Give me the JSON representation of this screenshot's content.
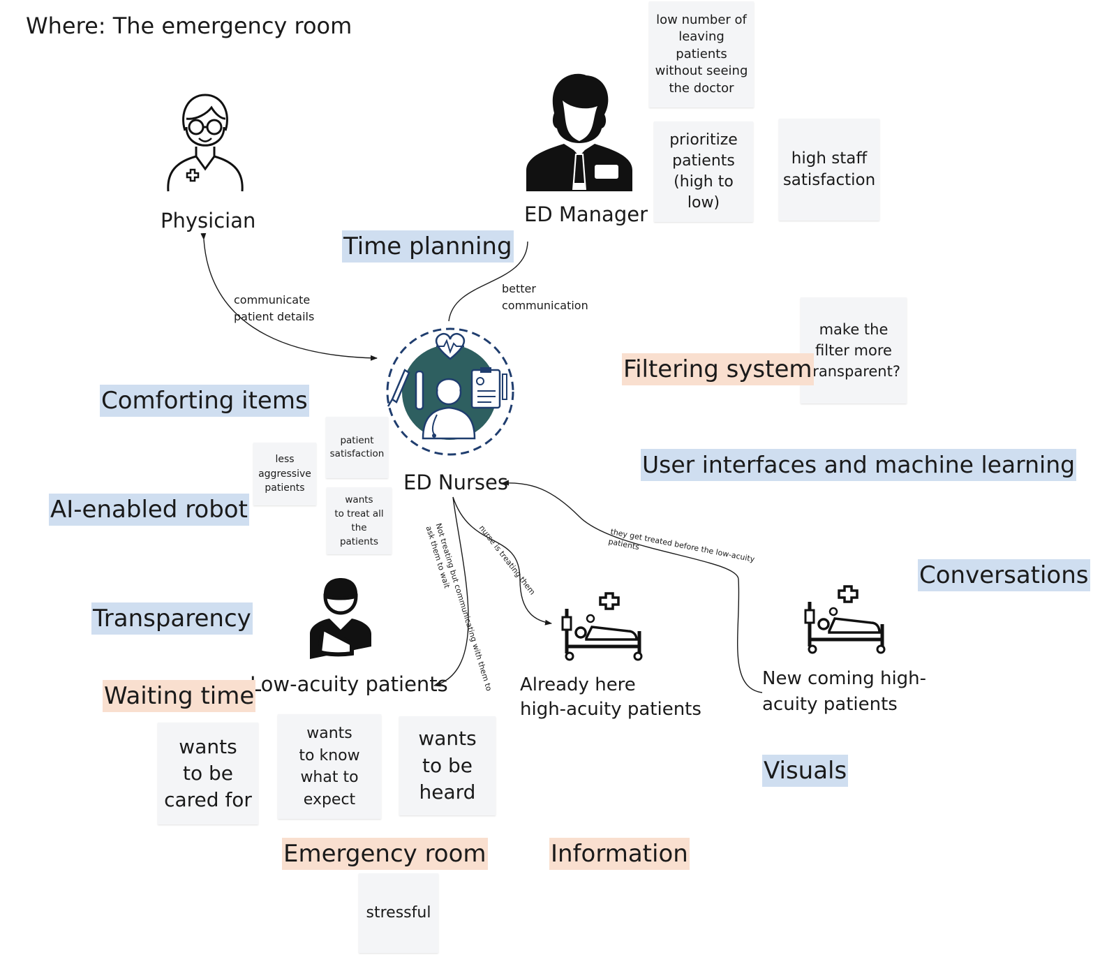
{
  "title": "Where: The emergency room",
  "actors": {
    "physician": "Physician",
    "ed_manager": "ED Manager",
    "ed_nurses": "ED Nurses",
    "low_acuity": "Low-acuity patients",
    "already_here_line1": "Already here",
    "already_here_line2": "high-acuity patients",
    "new_coming_line1": "New coming high-",
    "new_coming_line2": "acuity patients"
  },
  "edge_labels": {
    "communicate_line1": "communicate",
    "communicate_line2": "patient details",
    "better_line1": "better",
    "better_line2": "communication",
    "not_treating_line1": "Not treating but communicating with them to",
    "not_treating_line2": "ask them to wait",
    "nurse_treating": "nurse is treating them",
    "treated_before_line1": "they get treated before the low-acuity",
    "treated_before_line2": "patients"
  },
  "stickies": {
    "low_number": [
      "low number of",
      "leaving",
      "patients",
      "without seeing",
      "the doctor"
    ],
    "prioritize": [
      "prioritize",
      "patients",
      "(high to",
      "low)"
    ],
    "staff_satisfaction": [
      "high staff",
      "satisfaction"
    ],
    "filter_transparent": [
      "make the",
      "filter more",
      "transparent?"
    ],
    "patient_satisfaction": [
      "patient",
      "satisfaction"
    ],
    "less_aggressive": [
      "less",
      "aggressive",
      "patients"
    ],
    "treat_all": [
      "wants",
      "to treat all",
      "the",
      "patients"
    ],
    "cared_for": [
      "wants",
      "to be",
      "cared for"
    ],
    "know_expect": [
      "wants",
      "to know",
      "what to",
      "expect"
    ],
    "be_heard": [
      "wants",
      "to be",
      "heard"
    ],
    "stressful": [
      "stressful"
    ]
  },
  "tags": {
    "time_planning": "Time planning",
    "comforting_items": "Comforting items",
    "ai_robot": "AI-enabled robot",
    "transparency": "Transparency",
    "waiting_time": "Waiting time",
    "filtering_system": "Filtering system",
    "user_interfaces": "User interfaces and machine learning",
    "conversations": "Conversations",
    "visuals": "Visuals",
    "emergency_room": "Emergency room",
    "information": "Information"
  },
  "colors": {
    "blue_tag": "#cfdef0",
    "peach_tag": "#f9dfcf",
    "sticky": "#f4f5f7",
    "nurse_circle": "#2e5f60",
    "nurse_ring": "#1f3d6e"
  },
  "icons": {
    "physician": "doctor-icon",
    "ed_manager": "manager-icon",
    "ed_nurses": "nurse-icon",
    "low_acuity": "injured-patient-icon",
    "already_here": "hospital-bed-icon",
    "new_coming": "hospital-bed-icon"
  }
}
